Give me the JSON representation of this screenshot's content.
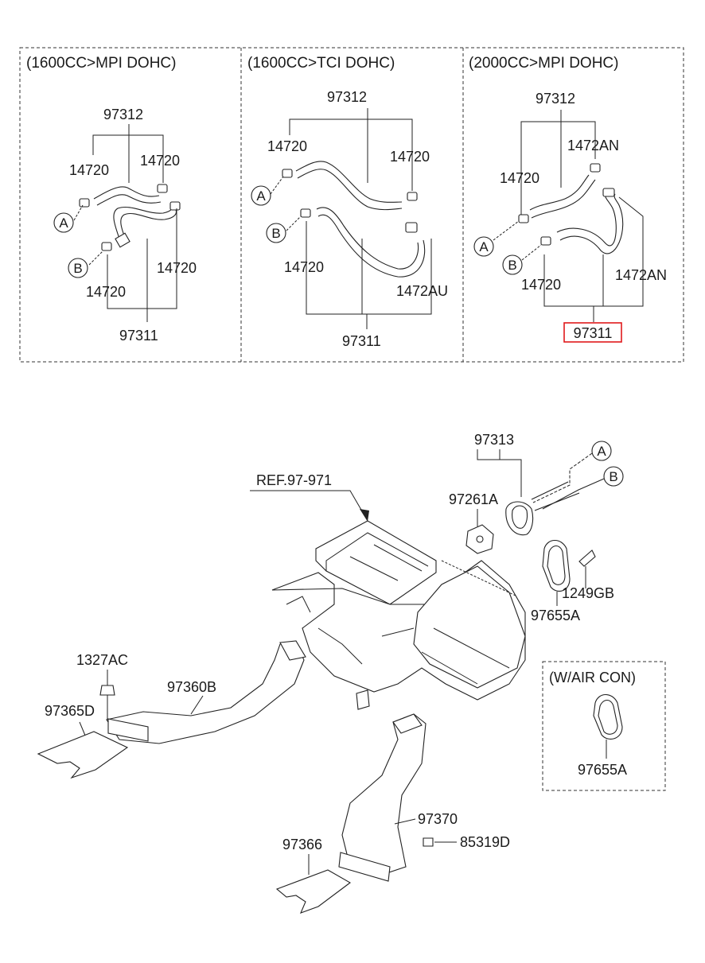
{
  "panels": [
    {
      "header": "(1600CC>MPI DOHC)",
      "label_97312": "97312",
      "label_14720_a": "14720",
      "label_14720_b": "14720",
      "label_14720_c": "14720",
      "label_14720_d": "14720",
      "label_97311": "97311",
      "circle_a": "A",
      "circle_b": "B"
    },
    {
      "header": "(1600CC>TCI DOHC)",
      "label_97312": "97312",
      "label_14720_a": "14720",
      "label_14720_b": "14720",
      "label_14720_c": "14720",
      "label_1472au": "1472AU",
      "label_97311": "97311",
      "circle_a": "A",
      "circle_b": "B"
    },
    {
      "header": "(2000CC>MPI DOHC)",
      "label_97312": "97312",
      "label_1472an_a": "1472AN",
      "label_14720_a": "14720",
      "label_14720_b": "14720",
      "label_1472an_b": "1472AN",
      "label_97311": "97311",
      "circle_a": "A",
      "circle_b": "B"
    }
  ],
  "main": {
    "label_97313": "97313",
    "circle_a": "A",
    "circle_b": "B",
    "label_ref": "REF.97-971",
    "label_97261a": "97261A",
    "label_1249gb": "1249GB",
    "label_97655a": "97655A",
    "label_1327ac": "1327AC",
    "label_97360b": "97360B",
    "label_97365d": "97365D",
    "label_97370": "97370",
    "label_85319d": "85319D",
    "label_97366": "97366"
  },
  "aircon_box": {
    "header": "(W/AIR CON)",
    "label_97655a": "97655A"
  },
  "highlight_color": "#e0191c"
}
